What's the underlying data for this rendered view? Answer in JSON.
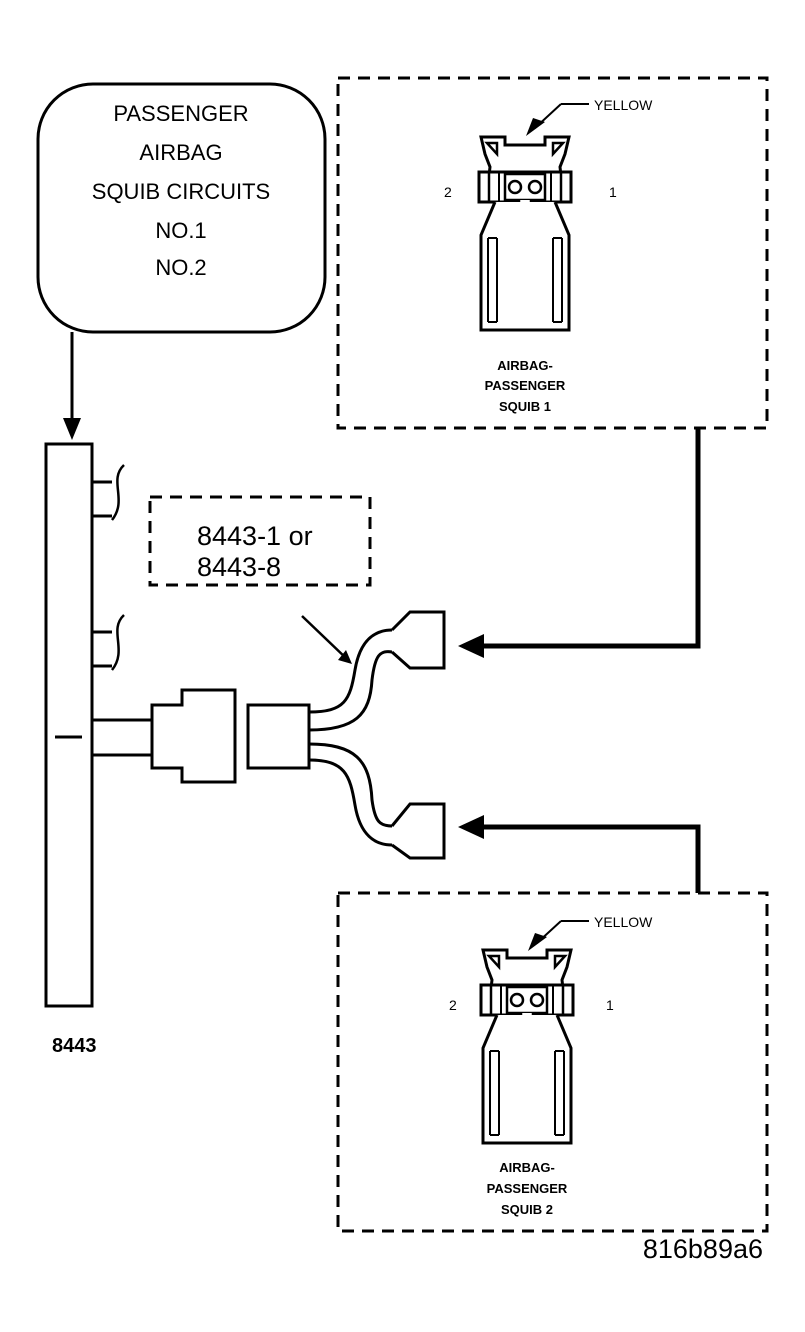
{
  "callout": {
    "lines": [
      "PASSENGER",
      "AIRBAG",
      "SQUIB CIRCUITS",
      "NO.1",
      "NO.2"
    ]
  },
  "tool_label": {
    "line1": "8443-1 or",
    "line2": "8443-8"
  },
  "tool_number": "8443",
  "squib1": {
    "color_label": "YELLOW",
    "pin_left": "2",
    "pin_right": "1",
    "name_lines": [
      "AIRBAG-",
      "PASSENGER",
      "SQUIB 1"
    ]
  },
  "squib2": {
    "color_label": "YELLOW",
    "pin_left": "2",
    "pin_right": "1",
    "name_lines": [
      "AIRBAG-",
      "PASSENGER",
      "SQUIB 2"
    ]
  },
  "figure_id": "816b89a6"
}
